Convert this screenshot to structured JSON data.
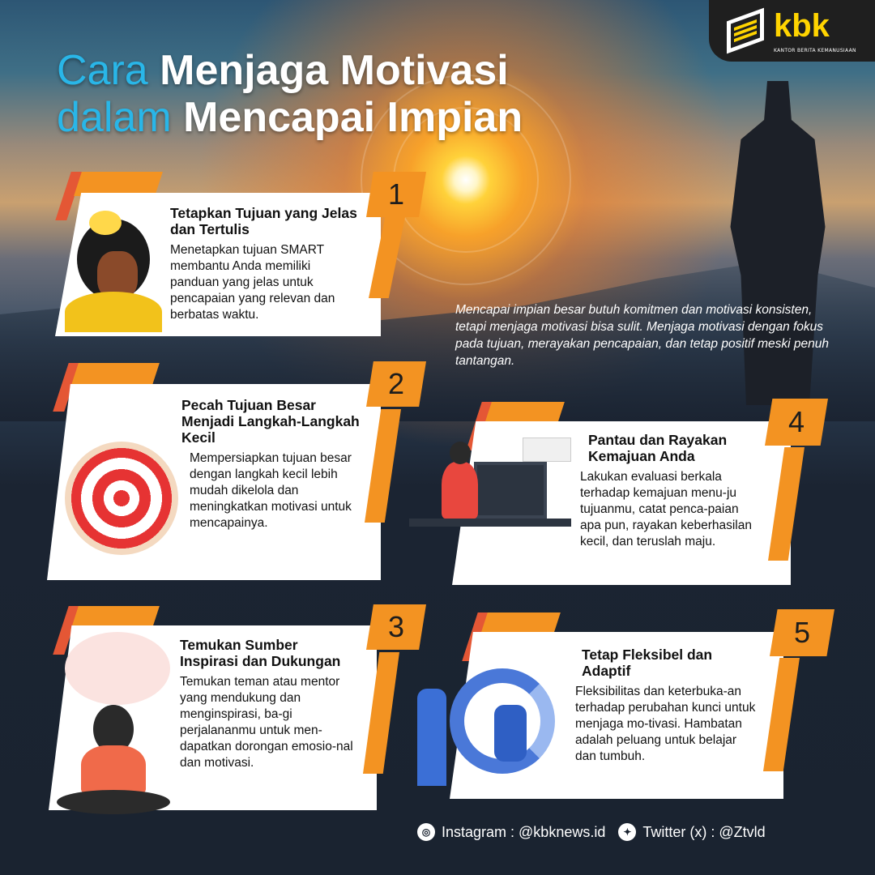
{
  "brand": {
    "name": "kbk",
    "tagline": "KANTOR BERITA KEMANUSIAAN"
  },
  "title": {
    "line1_light": "Cara",
    "line1_bold": "Menjaga Motivasi",
    "line2_light": "dalam",
    "line2_bold": "Mencapai Impian"
  },
  "intro": "Mencapai impian besar butuh komitmen dan motivasi konsisten, tetapi menjaga motivasi bisa sulit. Menjaga motivasi dengan fokus pada tujuan, merayakan pencapaian, dan tetap positif meski penuh tantangan.",
  "steps": [
    {
      "number": "1",
      "heading": "Tetapkan Tujuan yang Jelas dan Tertulis",
      "body": "Menetapkan tujuan SMART membantu Anda memiliki panduan yang jelas untuk pencapaian yang relevan dan berbatas waktu."
    },
    {
      "number": "2",
      "heading": "Pecah Tujuan Besar Menjadi Langkah-Langkah Kecil",
      "body": "Mempersiapkan tujuan besar dengan langkah kecil lebih mudah dikelola dan meningkatkan motivasi untuk mencapainya."
    },
    {
      "number": "3",
      "heading": "Temukan Sumber Inspirasi dan Dukungan",
      "body": "Temukan teman atau mentor yang mendukung dan menginspirasi, ba-gi perjalananmu untuk men-dapatkan dorongan emosio-nal dan motivasi."
    },
    {
      "number": "4",
      "heading": "Pantau dan Rayakan Kemajuan Anda",
      "body": "Lakukan evaluasi berkala terhadap kemajuan menu-ju tujuanmu, catat penca-paian apa pun, rayakan keberhasilan kecil, dan teruslah maju."
    },
    {
      "number": "5",
      "heading": "Tetap Fleksibel dan Adaptif",
      "body": "Fleksibilitas dan keterbuka-an terhadap perubahan kunci untuk menjaga mo-tivasi. Hambatan adalah peluang untuk belajar dan tumbuh."
    }
  ],
  "footer": {
    "instagram": "Instagram : @kbknews.id",
    "twitter": "Twitter (x) : @Ztvld"
  },
  "colors": {
    "accent": "#f39322",
    "title_light": "#29b6e8",
    "logo": "#ffd400"
  }
}
